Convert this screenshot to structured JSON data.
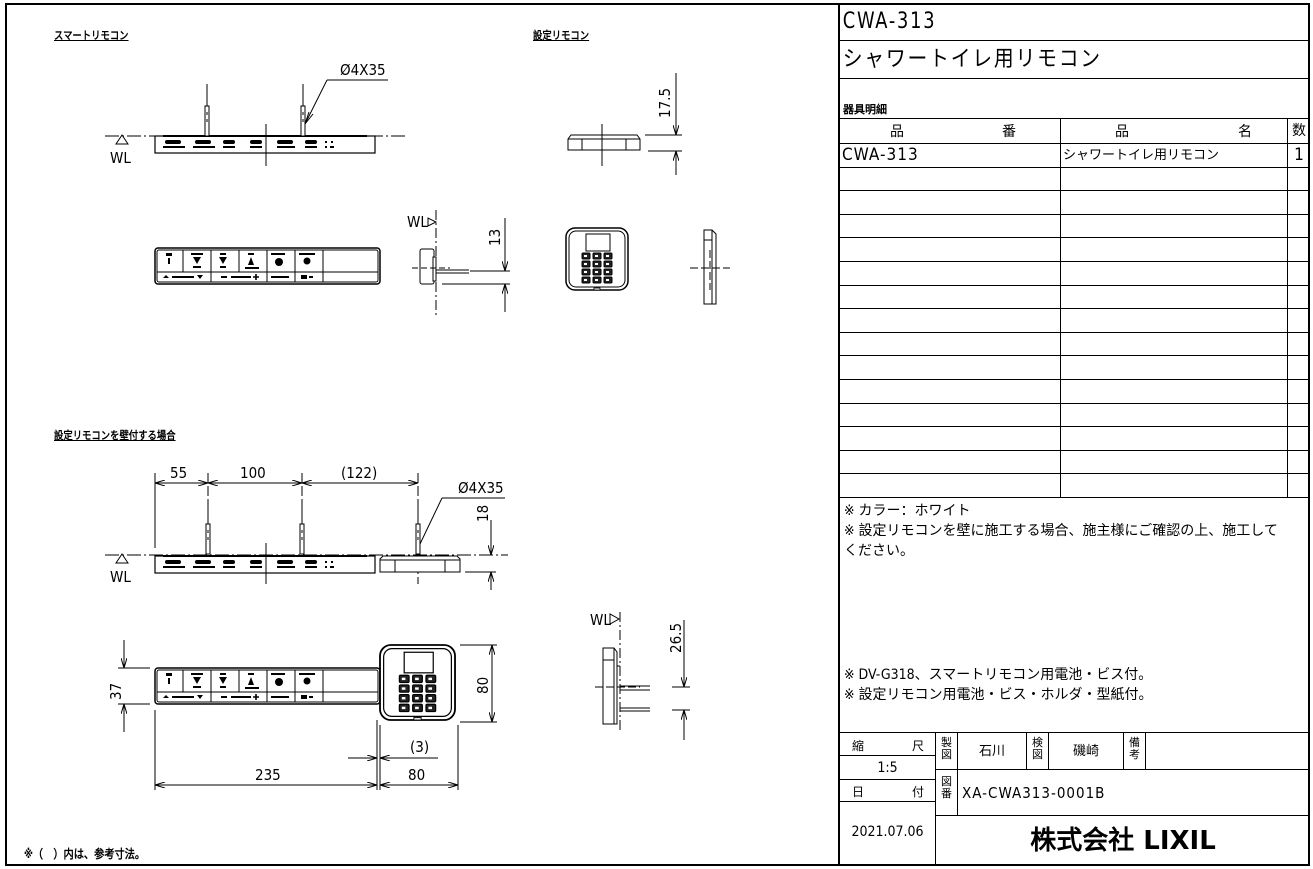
{
  "drawing": {
    "views": {
      "smart_remote": {
        "label": "スマートリモコン",
        "pin_callout": "Ø4X35",
        "wl_label": "WL"
      },
      "setting_remote": {
        "label": "設定リモコン",
        "dim_thickness": "17.5",
        "dim_pin_offset": "13",
        "wl_label": "WL"
      },
      "wall_mount": {
        "label": "設定リモコンを壁付する場合",
        "dims_top": [
          "55",
          "100",
          "(122)"
        ],
        "pin_callout": "Ø4X35",
        "dim_height": "18",
        "wl_label": "WL",
        "dim_left_height": "37",
        "dim_width_main": "235",
        "dim_width_setting": "80",
        "dim_gap": "(3)",
        "dim_setting_height": "80"
      },
      "side_view": {
        "wl_label": "WL",
        "dim_pin_spacing": "26.5"
      }
    },
    "footnote": "※（　）内は、参考寸法。"
  },
  "title_block": {
    "model": "CWA-313",
    "product_name": "シャワートイレ用リモコン",
    "parts_list_label": "器具明細",
    "table": {
      "headers": {
        "part_no_a": "品",
        "part_no_b": "番",
        "name_a": "品",
        "name_b": "名",
        "qty": "数"
      },
      "rows": [
        {
          "part_no": "CWA-313",
          "name": "シャワートイレ用リモコン",
          "qty": "1"
        },
        {
          "part_no": "",
          "name": "",
          "qty": ""
        },
        {
          "part_no": "",
          "name": "",
          "qty": ""
        },
        {
          "part_no": "",
          "name": "",
          "qty": ""
        },
        {
          "part_no": "",
          "name": "",
          "qty": ""
        },
        {
          "part_no": "",
          "name": "",
          "qty": ""
        },
        {
          "part_no": "",
          "name": "",
          "qty": ""
        },
        {
          "part_no": "",
          "name": "",
          "qty": ""
        },
        {
          "part_no": "",
          "name": "",
          "qty": ""
        },
        {
          "part_no": "",
          "name": "",
          "qty": ""
        },
        {
          "part_no": "",
          "name": "",
          "qty": ""
        },
        {
          "part_no": "",
          "name": "",
          "qty": ""
        },
        {
          "part_no": "",
          "name": "",
          "qty": ""
        },
        {
          "part_no": "",
          "name": "",
          "qty": ""
        },
        {
          "part_no": "",
          "name": "",
          "qty": ""
        }
      ]
    },
    "notes": [
      "※ カラー：ホワイト",
      "※ 設定リモコンを壁に施工する場合、施主様にご確認の上、施工して",
      "ください。",
      "※ DV-G318、スマートリモコン用電池・ビス付。",
      "※ 設定リモコン用電池・ビス・ホルダ・型紙付。"
    ],
    "footer": {
      "scale_label_a": "縮",
      "scale_label_b": "尺",
      "scale_value": "1:5",
      "date_label_a": "日",
      "date_label_b": "付",
      "date_value": "2021.07.06",
      "drawn_label": "製図",
      "drawn_by": "石川",
      "checked_label": "検図",
      "checked_by": "磯崎",
      "remarks_label": "備考",
      "remarks": "",
      "drawing_no_label": "図番",
      "drawing_no": "XA-CWA313-0001B",
      "company": "株式会社 LIXIL"
    }
  }
}
